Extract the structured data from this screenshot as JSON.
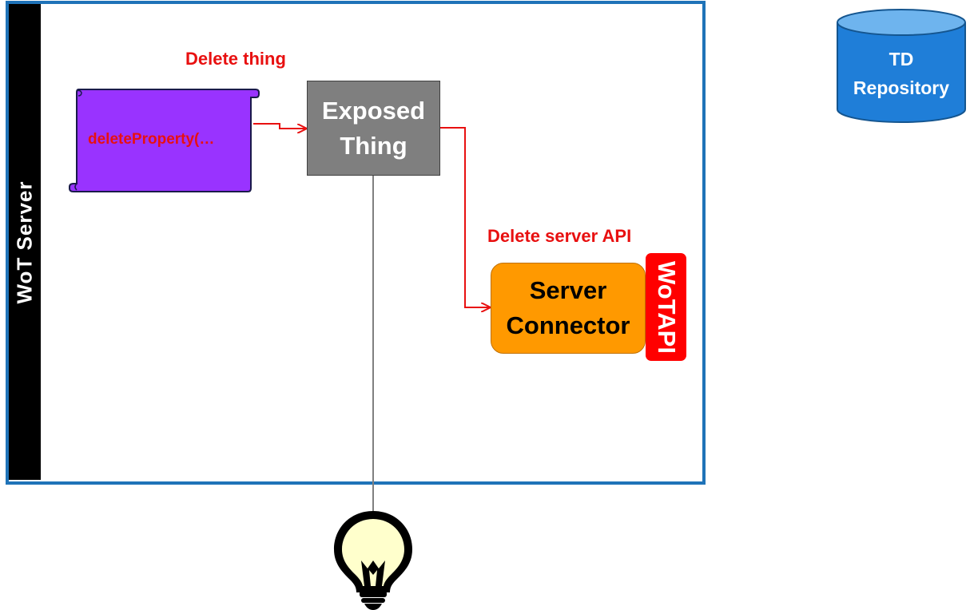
{
  "server": {
    "title": "WoT Server"
  },
  "labels": {
    "delete_thing": "Delete thing",
    "delete_server_api": "Delete server API"
  },
  "script": {
    "text": "deleteProperty(…"
  },
  "exposed_thing": {
    "line1": "Exposed",
    "line2": "Thing"
  },
  "server_connector": {
    "line1": "Server",
    "line2": "Connector",
    "badge": "WoTAPI"
  },
  "td_repository": {
    "line1": "TD",
    "line2": "Repository"
  },
  "device": {
    "icon": "lightbulb-icon"
  },
  "colors": {
    "frame_border": "#1f73b8",
    "arrow_red": "#e81010",
    "script_purple": "#9933ff",
    "exposed_gray": "#7f7f7f",
    "connector_orange": "#ff9900",
    "badge_red": "#ff0000",
    "repo_blue": "#1f7ed8",
    "bulb_yellow": "#ffffcc"
  }
}
